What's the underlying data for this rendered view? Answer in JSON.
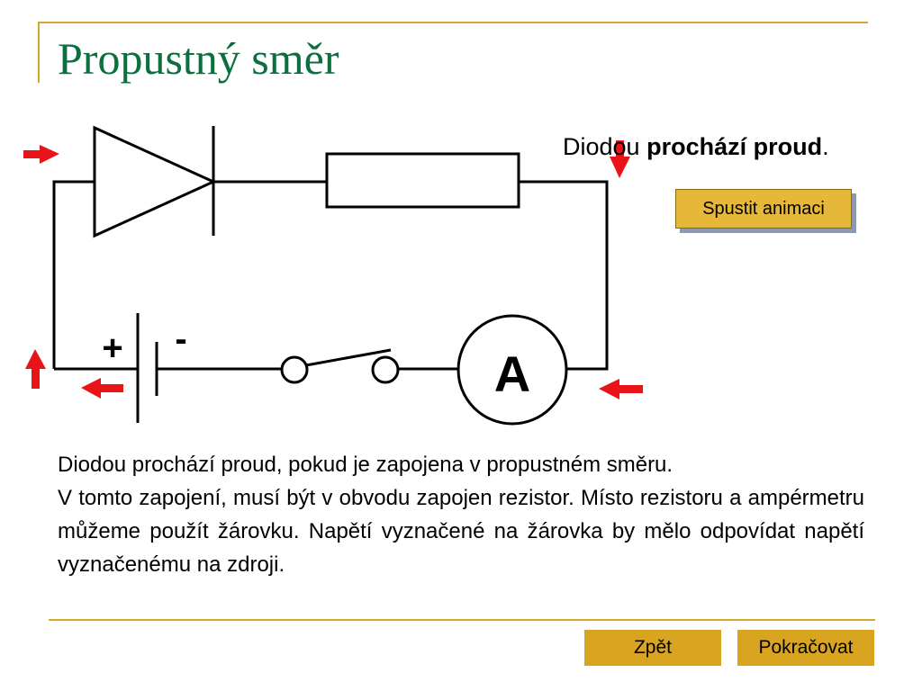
{
  "slide": {
    "title": "Propustný směr"
  },
  "circuit": {
    "battery_plus": "+",
    "battery_minus": "-",
    "ammeter_label": "A"
  },
  "status": {
    "prefix": "Diodou ",
    "bold": "prochází proud",
    "suffix": "."
  },
  "buttons": {
    "start_animation": "Spustit animaci",
    "back": "Zpět",
    "next": "Pokračovat"
  },
  "description": {
    "line1": "Diodou prochází proud, pokud je zapojena v propustném směru.",
    "rest": "V tomto zapojení, musí být v obvodu zapojen rezistor. Místo rezistoru a ampérmetru můžeme použít žárovku. Napětí vyznačené na žárovka by mělo odpovídat napětí vyznačenému na zdroji."
  },
  "colors": {
    "title": "#0b6f3e",
    "accent_gold": "#d4aa2a",
    "button_gold": "#d9a420",
    "arrow_red": "#e8141a"
  }
}
